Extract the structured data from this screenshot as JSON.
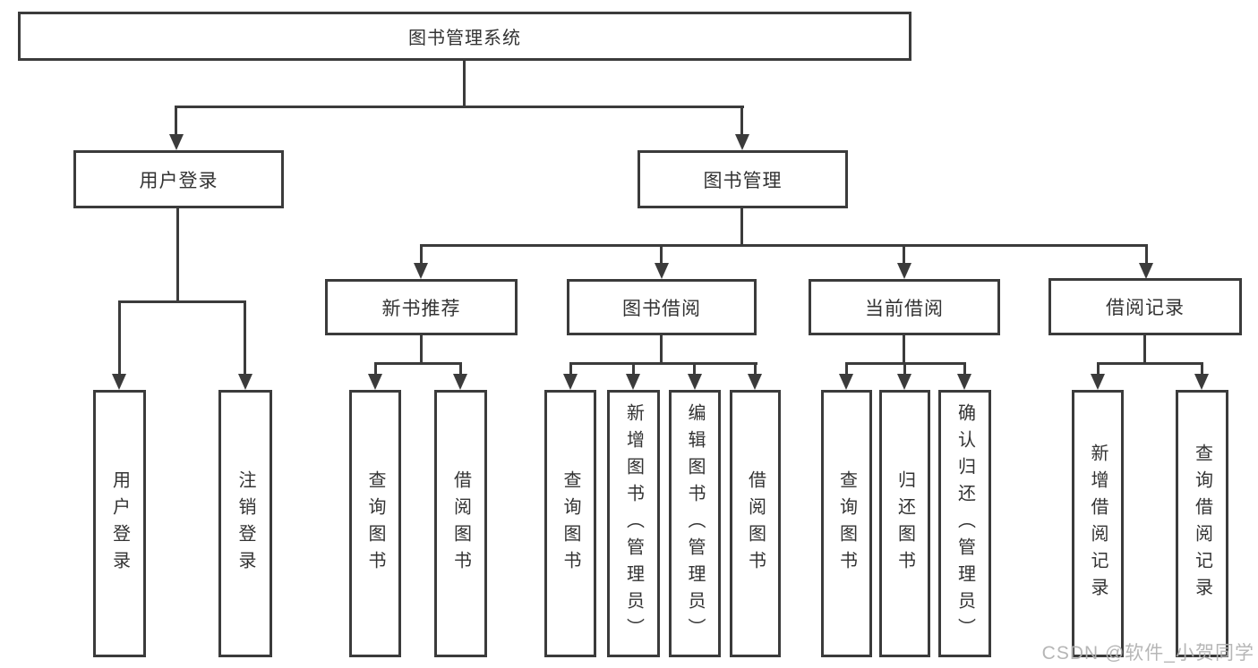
{
  "diagram_type": "functional-structure-tree",
  "colors": {
    "background": "#ffffff",
    "line": "#3b3b3b",
    "box_border": "#3b3b3b",
    "text": "#333333",
    "watermark": "#b2b2b2"
  },
  "tree": {
    "root": {
      "label": "图书管理系统"
    },
    "branches": [
      {
        "label": "用户登录",
        "children": [
          "用户登录",
          "注销登录"
        ]
      },
      {
        "label": "图书管理",
        "children": [
          {
            "label": "新书推荐",
            "children": [
              "查询图书",
              "借阅图书"
            ]
          },
          {
            "label": "图书借阅",
            "children": [
              "查询图书",
              "新增图书（管理员）",
              "编辑图书（管理员）",
              "借阅图书"
            ]
          },
          {
            "label": "当前借阅",
            "children": [
              "查询图书",
              "归还图书",
              "确认归还（管理员）"
            ]
          },
          {
            "label": "借阅记录",
            "children": [
              "新增借阅记录",
              "查询借阅记录"
            ]
          }
        ]
      }
    ]
  },
  "watermark": {
    "text": "CSDN @软件_小贺同学"
  }
}
